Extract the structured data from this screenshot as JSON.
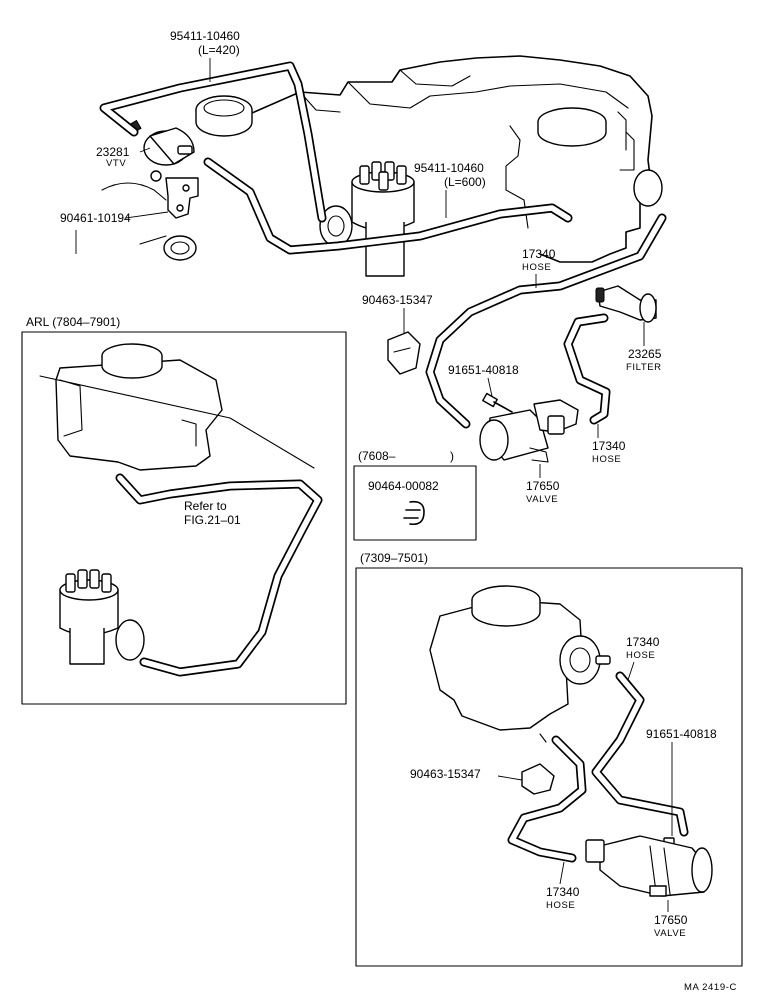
{
  "parts": {
    "hose_long_upper": {
      "number": "95411-10460",
      "note": "(L=420)"
    },
    "hose_long_center": {
      "number": "95411-10460",
      "note": "(L=600)"
    },
    "vtv": {
      "number": "23281",
      "name": "VTV"
    },
    "bracket": {
      "number": "90461-10194"
    },
    "hose_main": {
      "number": "17340",
      "name": "HOSE"
    },
    "clamp_main": {
      "number": "90463-15347"
    },
    "filter": {
      "number": "23265",
      "name": "FILTER"
    },
    "screw_main": {
      "number": "91651-40818"
    },
    "valve_main": {
      "number": "17650",
      "name": "VALVE"
    },
    "hose_main_2": {
      "number": "17340",
      "name": "HOSE"
    }
  },
  "panel_arl": {
    "title": "ARL (7804–7901)",
    "refer_line1": "Refer to",
    "refer_line2": "FIG.21–01"
  },
  "panel_7608": {
    "title": "(7608–",
    "title_close": ")",
    "part_number": "90464-00082"
  },
  "panel_7309": {
    "title": "(7309–7501)",
    "hose_top": {
      "number": "17340",
      "name": "HOSE"
    },
    "screw": {
      "number": "91651-40818"
    },
    "clamp": {
      "number": "90463-15347"
    },
    "hose_bottom": {
      "number": "17340",
      "name": "HOSE"
    },
    "valve": {
      "number": "17650",
      "name": "VALVE"
    }
  },
  "figure_code": "MA 2419-C"
}
